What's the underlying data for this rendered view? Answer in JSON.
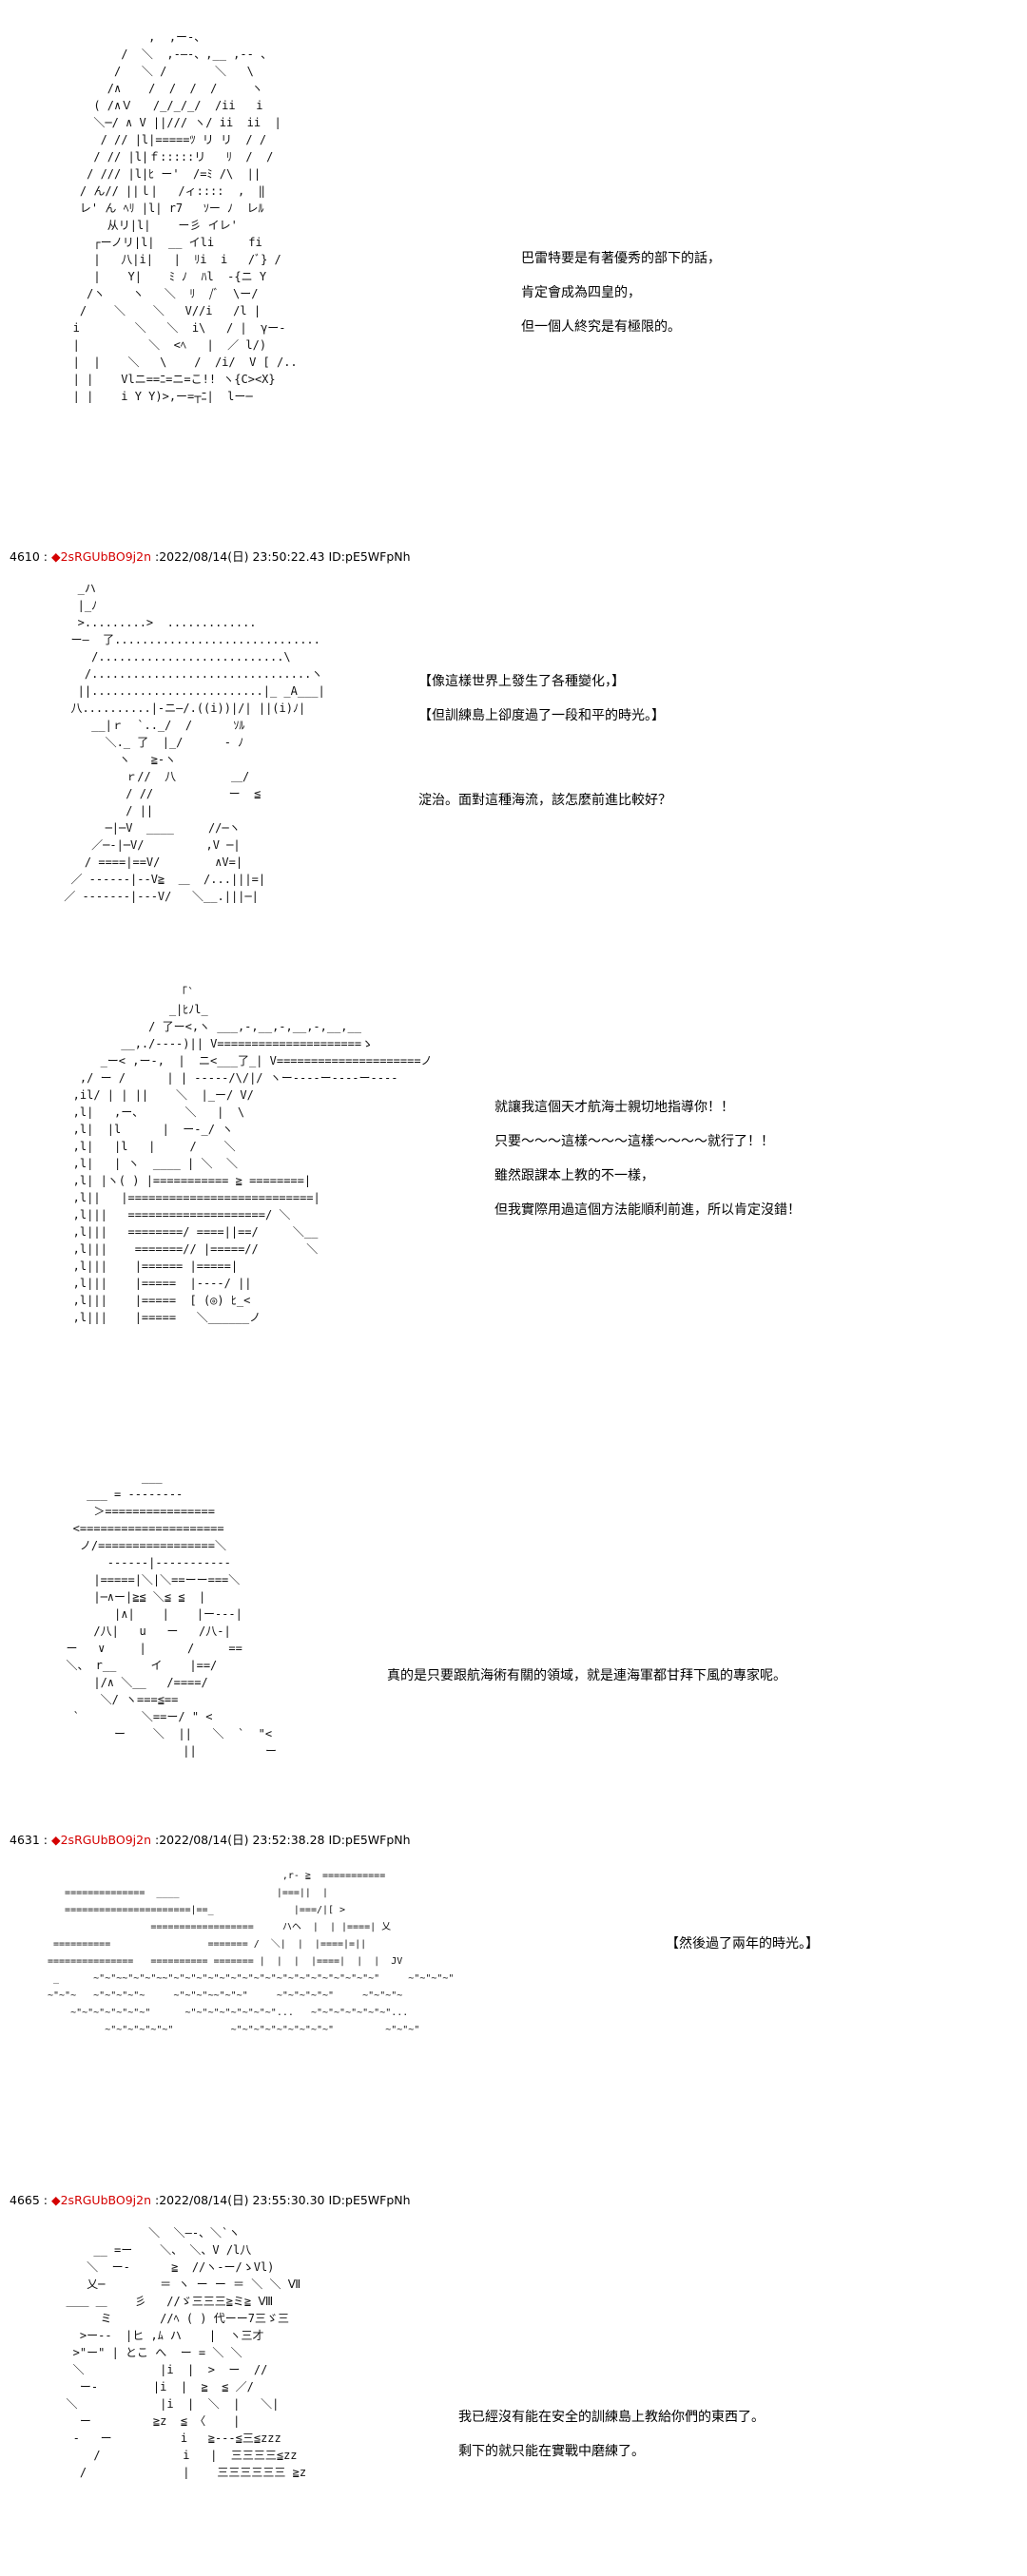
{
  "accent_color": "#d40000",
  "posts": [
    {
      "number": "4610",
      "trip": "◆2sRGUbBO9j2n",
      "date": "2022/08/14(日) 23:50:22.43",
      "id": "ID:pE5WFpNh"
    },
    {
      "number": "4631",
      "trip": "◆2sRGUbBO9j2n",
      "date": "2022/08/14(日) 23:52:38.28",
      "id": "ID:pE5WFpNh"
    },
    {
      "number": "4665",
      "trip": "◆2sRGUbBO9j2n",
      "date": "2022/08/14(日) 23:55:30.30",
      "id": "ID:pE5WFpNh"
    }
  ],
  "separator": " : ",
  "dialogue": {
    "block1": [
      "巴雷特要是有著優秀的部下的話，",
      "肯定會成為四皇的，",
      "但一個人終究是有極限的。"
    ],
    "block2": [
      "【像這樣世界上發生了各種變化，】",
      "【但訓練島上卻度過了一段和平的時光。】"
    ],
    "block2b": "淀治。面對這種海流，該怎麼前進比較好？",
    "block3": [
      "就讓我這個天才航海士親切地指導你！！",
      "只要～～～這樣～～～這樣～～～～就行了！！",
      "雖然跟課本上教的不一樣，",
      "但我實際用過這個方法能順利前進，所以肯定沒錯！"
    ],
    "block4": "真的是只要跟航海術有關的領域，就是連海軍都甘拜下風的專家呢。",
    "block5": "【然後過了兩年的時光。】",
    "block6": [
      "我已經沒有能在安全的訓練島上教給你們的東西了。",
      "剩下的就只能在實戰中磨練了。"
    ]
  },
  "art": {
    "a1": "              ,  ,ー-、\n          /  ＼  ,-―-、,__ ,-‐ 、\n         /   ＼ /       ＼   \\\n        /∧    /  /  /  /     ヽ\n      ( /∧Ｖ   /_/_/_/  /ii   i\n      ＼─/ ∧ V ||/// ヽ/ ii  ii  |\n       / // |l|=====ﾂ リ リ  / /\n      / // |l|ｆ:::::リ   ﾘ  /  /\n     / /// |l|ﾋ ー'  /=ﾐ /\\  ||\n    / ん// ||ｌ|   /ィ::::  ,  ‖\n    レ' ん ﾍﾘ |l| r7   ｿー ﾉ  レﾙ\n        从リ|l|    ー彡 イレ'\n      ┌ーノリ|l|  __ イli     fi\n      |   八|i|   |  ﾘi  i   /ﾞ} /\n      |    Y|    ﾐ ﾉ  ﾊl  -{ニ Y\n     /ヽ    ヽ   ＼  ﾘ  /ﾞ  \\ー/\n    /    ＼    ＼   V//i   /l |\n   i        ＼   ＼  i\\   / |  γー-\n   |          ＼  <ﾍ   |  ／ l/)\n   |  |    ＼   \\    /  /i/  V [ /..\n   | |    Vlニ==ﾆ=ニ=こ!! ヽ{C><X}\n   | |    i Y Y)>,ー=┬ﾆ|  lー─",
    "a2": "   _ハ\n   |_ﾉ\n   >.........>  .............\n  ー―  了..............................\n     /...........................\\\n    /................................ヽ\n   ||.........................|_ _A___|\n  八..........|‐ニ―/.((i))|/| ||(i)ﾉ|\n     __|ｒ  `.._/  /      ｿﾙ\n       ＼._ 了  |_/      - ﾉ\n         ヽ   ≧-ヽ\n          ｒ//  八        ＿/\n          / //           ー  ≦\n          / ||\n       ─|─V  ____     //─ヽ\n     ／─-|─V/         ,V ─|\n    / ====|==V/        ∧V=|\n  ／ ------|--V≧  ＿  /...|||=|\n ／ -------|---V/   ＼__.|||─|",
    "a3": "                  「`\n                 _|ﾋﾉl_\n              / 了ー<,ヽ ___,-,__,-,__,-,__,__\n          __,./----)|| V=====================ゝ\n       _ー< ,ー-,  |  ニ<___了_| V=====================ノ\n    ,/ ー /      | | -----/\\/|/ ヽー----ー----ー----\n   ,il/ | | ||    ＼  |_ー/ V/\n   ,l|   ,ー、      ＼   |  \\\n   ,l|  |l      |  ー-_/ ヽ\n   ,l|   |l   |     /    ＼\n   ,l|   | ヽ  ____ | ＼  ＼\n   ,l| |ヽ( ) |=========== ≧ ========|\n   ,l||   |===========================|\n   ,l|||   ====================/ ＼\n   ,l|||   ========/ ====||==/     ＼__\n   ,l|||    =======// |=====//       ＼\n   ,l|||    |====== |=====|\n   ,l|||    |=====  |----/ ||\n   ,l|||    |=====  [ (◎) ﾋ_<\n   ,l|||    |=====   ＼______ノ",
    "a4": "             ___\n     ___ = --------\n      ＞================\n   <=====================\n    ノ/=================＼\n        ------|-----------\n      |=====|＼|＼==ーー===＼\n      |─∧ー|≧≦ ＼≦ ≦  |\n         |∧|    |    |ー---|\n      /八|   u   ー   /八-|\n  ー   ∨     |      /     ==\n  ＼、 r__     イ    |==/\n      |/∧ ＼__   /====/\n       ＼/ ヽ===≦==\n   `         ＼==ー/ \" <\n         ー    ＼  ||   ＼  `  \"<\n                   ||          ー",
    "a5": "                                         ,r- ≧  ===========\n   ==============  ____                 |===||  |\n   ======================|==_              |===/|[ >\n                  ==================     ハヘ  |  | |====| 乂\n ==========                 ======= /  ＼|  |  |====|=|| \n===============   ========== ======= |  |  |  |====|  |  |  JV\n _      ~\"~\"~~\"~\"~\"~~\"~\"~\"~\"~\"~\"~\"~\"~\"~\"~\"~\"~\"~\"~\"~\"~\"~\"~\"     ~\"~\"~\"~\"\n~\"~\"~   ~\"~\"~\"~\"~     ~\"~\"~\"~~\"~\"~\"     ~\"~\"~\"~\"~\"     ~\"~\"~\"~\n    ~\"~\"~\"~\"~\"~\"~\"      ~\"~\"~\"~\"~\"~\"~\"~\"...   ~\"~\"~\"~\"~\"~\"~\"...\n          ~\"~\"~\"~\"~\"~\"          ~\"~\"~\"~\"~\"~\"~\"~\"~\"         ~\"~\"~\"",
    "a6": "              ＼  ＼—-、＼`ヽ\n      __ =ー    ＼、 ＼、V /l八\n     ＼  ー-      ≧  //ヽ‐ー/ゝVl)\n     乂─        ＝ ヽ ー ー ＝ ＼ ＼ Ⅶ\n  ＿＿ ＿    彡   //ゞ三三三≧ミ≧ Ⅷ\n       ミ       //ﾍ ( ) 代ーー7三ゞ三\n    >ー--  |ヒ ,ﾑ ハ    |  ヽ三才\n   >\"ー\" | とこ へ  ー = ＼ ＼\n   ＼           |i  |  >  ー  //\n    ー-        |i  |  ≧  ≦ ／/\n  ＼            |i  |  ＼  |   ＼|\n    ー         ≧z  ≦ 〈    |\n   -   ー          i   ≧---≦三≦zzz\n      /            i   |  三三三三≦zz\n    /              |    三三三三三三 ≧z"
  }
}
